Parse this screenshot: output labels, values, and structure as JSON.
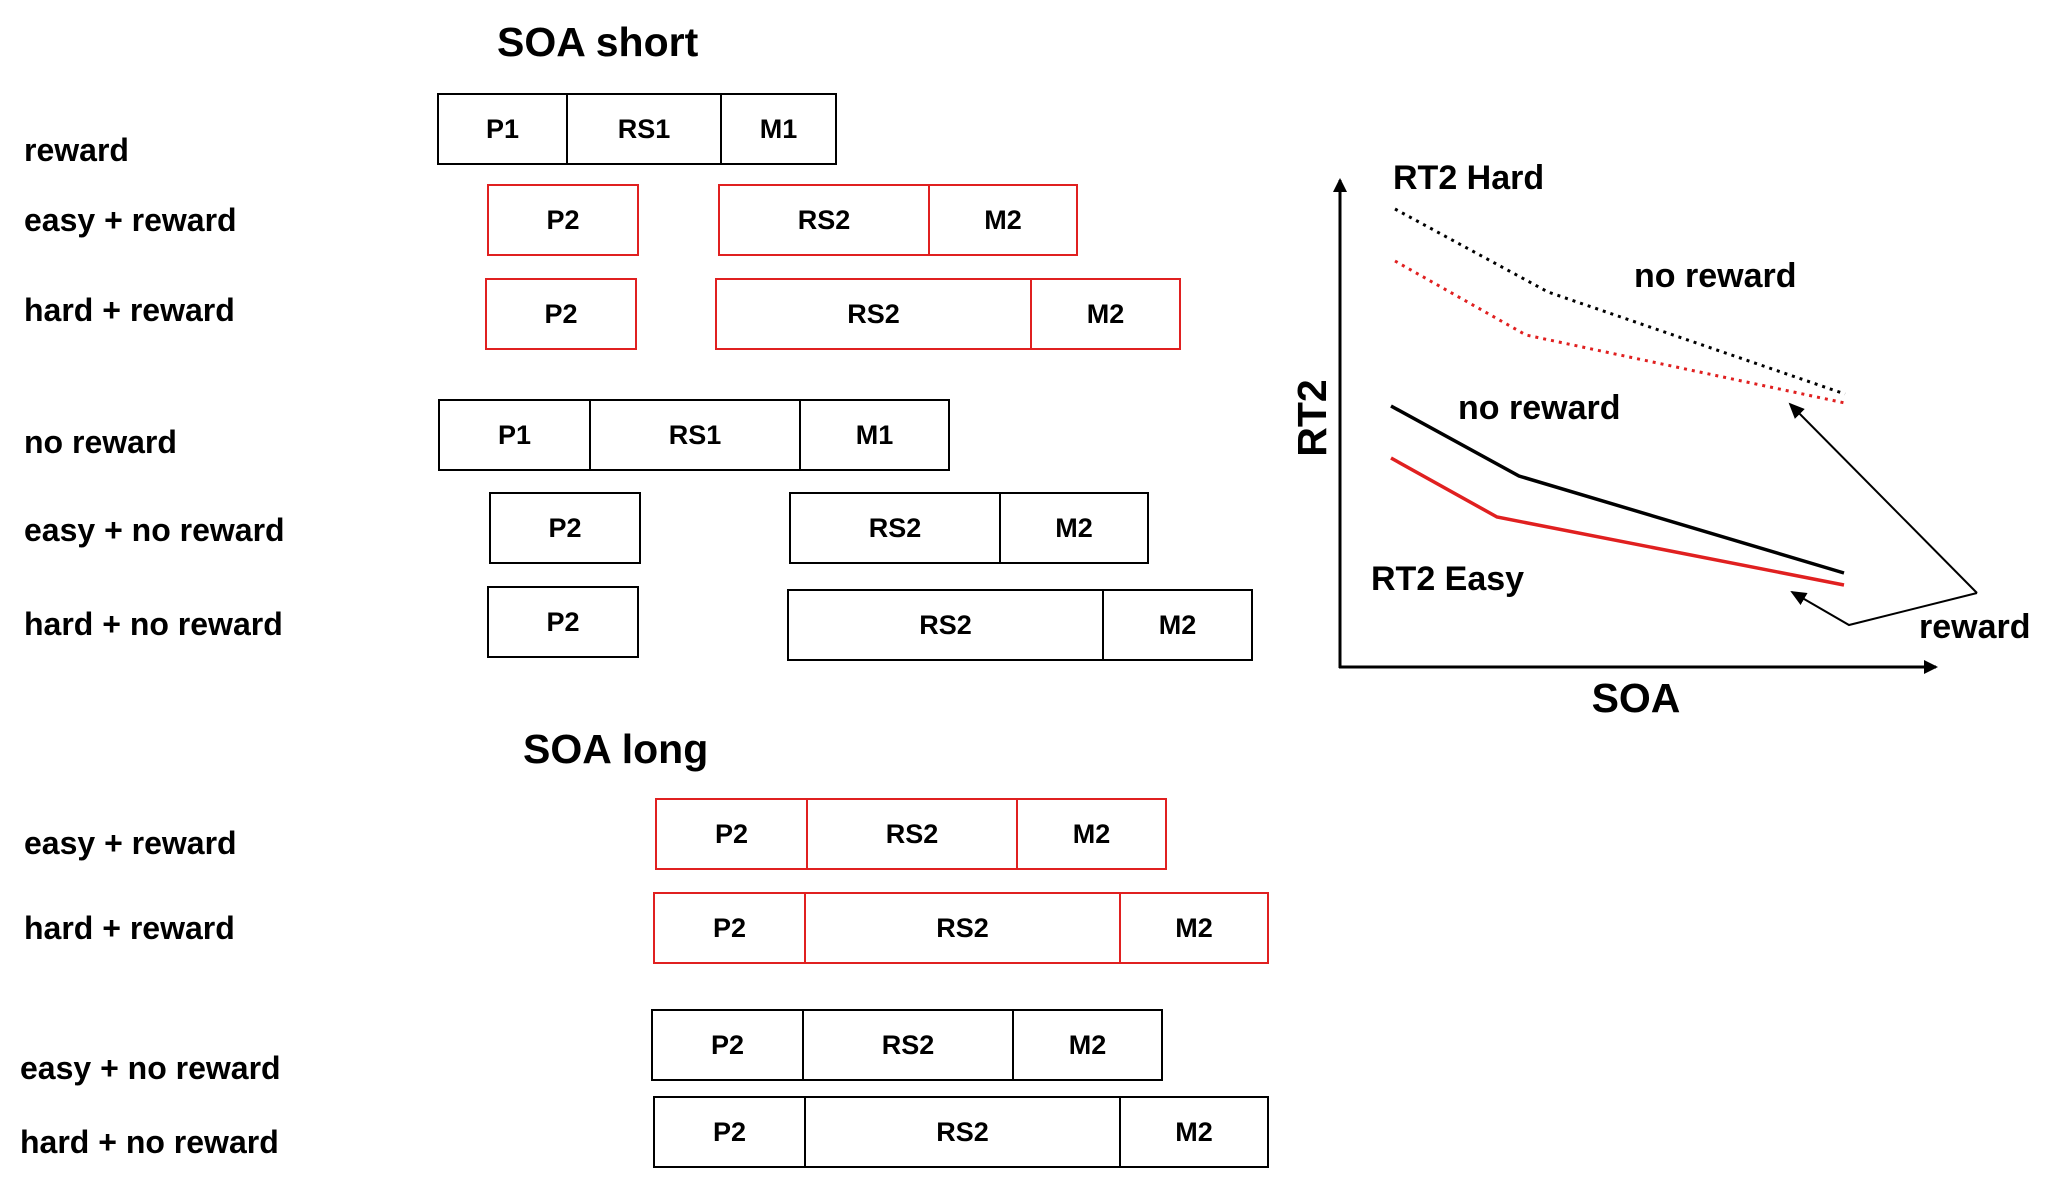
{
  "colors": {
    "red": "#e02020",
    "black": "#000000"
  },
  "short": {
    "title": "SOA short",
    "rows": [
      {
        "label": "reward",
        "color": "black",
        "segments": [
          "P1",
          "RS1",
          "M1"
        ]
      },
      {
        "label": "easy + reward",
        "color": "red",
        "left_segment": "P2",
        "right_segments": [
          "RS2",
          "M2"
        ]
      },
      {
        "label": "hard + reward",
        "color": "red",
        "left_segment": "P2",
        "right_segments": [
          "RS2",
          "M2"
        ]
      },
      {
        "label": "no reward",
        "color": "black",
        "segments": [
          "P1",
          "RS1",
          "M1"
        ]
      },
      {
        "label": "easy + no reward",
        "color": "black",
        "left_segment": "P2",
        "right_segments": [
          "RS2",
          "M2"
        ]
      },
      {
        "label": "hard + no reward",
        "color": "black",
        "left_segment": "P2",
        "right_segments": [
          "RS2",
          "M2"
        ]
      }
    ]
  },
  "long": {
    "title": "SOA long",
    "rows": [
      {
        "label": "easy + reward",
        "color": "red",
        "segments": [
          "P2",
          "RS2",
          "M2"
        ]
      },
      {
        "label": "hard + reward",
        "color": "red",
        "segments": [
          "P2",
          "RS2",
          "M2"
        ]
      },
      {
        "label": "easy + no reward",
        "color": "black",
        "segments": [
          "P2",
          "RS2",
          "M2"
        ]
      },
      {
        "label": "hard + no reward",
        "color": "black",
        "segments": [
          "P2",
          "RS2",
          "M2"
        ]
      }
    ]
  },
  "graph": {
    "y_axis_label": "RT2",
    "x_axis_label": "SOA",
    "hard_label": "RT2 Hard",
    "easy_label": "RT2 Easy",
    "hard_no_reward_label": "no reward",
    "easy_no_reward_label": "no reward",
    "reward_label": "reward",
    "hard_line_style": "dotted",
    "easy_line_style": "solid",
    "no_reward_color": "#000000",
    "reward_color": "#e02020"
  }
}
